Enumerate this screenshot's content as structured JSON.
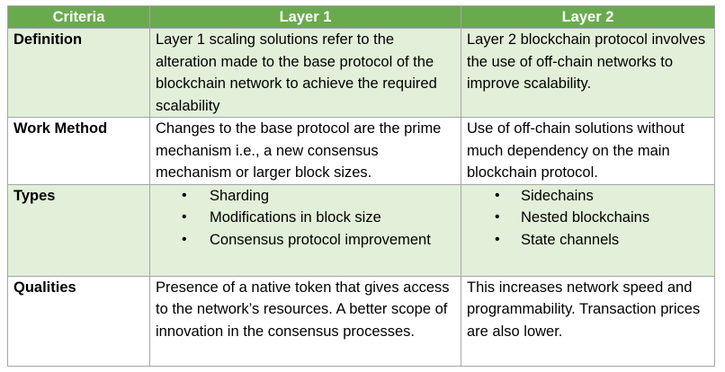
{
  "headers": [
    "Criteria",
    "Layer 1",
    "Layer 2"
  ],
  "rows": [
    {
      "criteria": "Definition",
      "layer1": "Layer 1 scaling solutions refer to the alteration made to the base protocol of the blockchain network to achieve the required scalability",
      "layer2": "Layer 2 blockchain protocol involves the use of off-chain networks to improve scalability."
    },
    {
      "criteria": "Work Method",
      "layer1": "Changes to the base protocol are the prime mechanism i.e., a new consensus mechanism or larger block sizes.",
      "layer2": "Use of off-chain solutions without much dependency on the main blockchain protocol."
    },
    {
      "criteria": "Types",
      "layer1_items": [
        "Sharding",
        "Modifications in block size",
        "Consensus protocol improvement"
      ],
      "layer2_items": [
        "Sidechains",
        "Nested blockchains",
        "State channels"
      ]
    },
    {
      "criteria": "Qualities",
      "layer1": "Presence of a native token that gives access to the network’s resources. A better scope of innovation in the consensus processes.",
      "layer2": "This increases network speed and programmability. Transaction prices are also lower."
    }
  ],
  "colors": {
    "header_bg": "#6aaa4f",
    "header_text": "#ffffff",
    "alt_row_bg": "#e2efd9",
    "border": "#a6a6a6"
  }
}
